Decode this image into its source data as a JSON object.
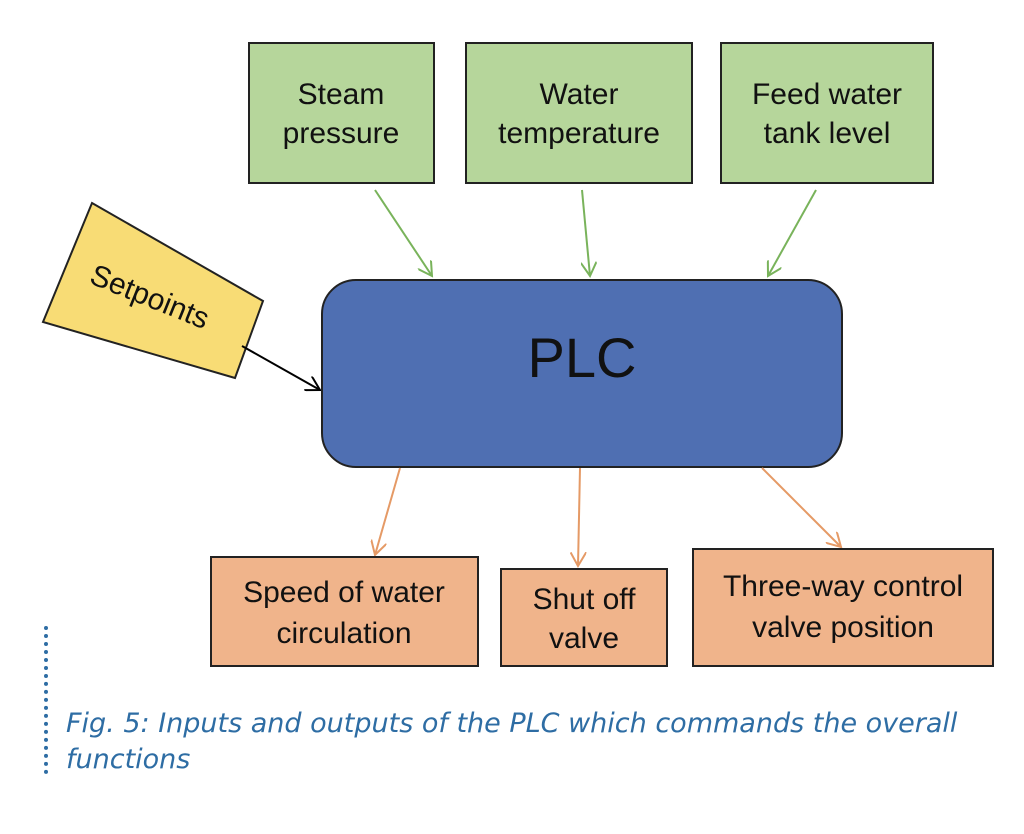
{
  "diagram": {
    "inputs": [
      {
        "line1": "Steam",
        "line2": "pressure"
      },
      {
        "line1": "Water",
        "line2": "temperature"
      },
      {
        "line1": "Feed water",
        "line2": "tank level"
      }
    ],
    "setpoints": "Setpoints",
    "plc": "PLC",
    "outputs": [
      {
        "line1": "Speed of water",
        "line2": "circulation"
      },
      {
        "line1": "Shut off",
        "line2": "valve"
      },
      {
        "line1": "Three-way control",
        "line2": "valve position"
      }
    ],
    "colors": {
      "input_fill": "#b6d69b",
      "setpoint_fill": "#f8dc75",
      "plc_fill": "#4f6fb2",
      "output_fill": "#f0b48b",
      "input_arrow": "#79b35b",
      "output_arrow": "#e59a66",
      "setpoint_arrow": "#000000",
      "caption": "#2e6da4"
    }
  },
  "caption": "Fig. 5: Inputs and outputs of the PLC which commands the overall functions"
}
